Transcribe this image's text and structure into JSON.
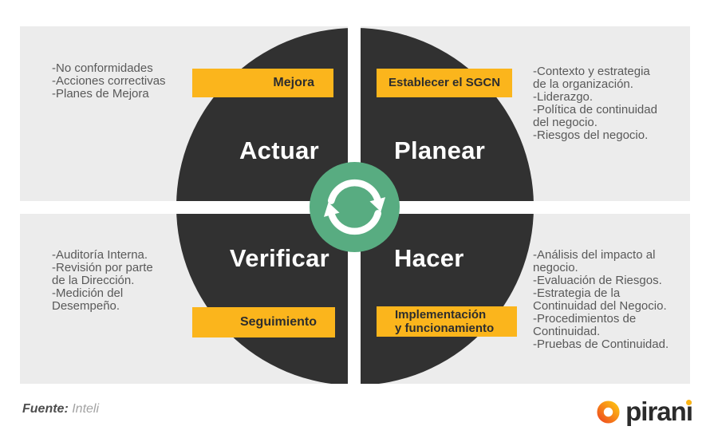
{
  "colors": {
    "panel_bg": "#ececec",
    "quadrant_dark": "#313131",
    "accent_yellow": "#fbb51c",
    "accent_green": "#58ac81",
    "note_text": "#595959",
    "title_text": "#ffffff",
    "banner_text": "#2d2d2d",
    "brand_text": "#2b2b2b",
    "brand_orange": "#f0541e"
  },
  "icons": {
    "center": "cycle-refresh-icon",
    "brand_mark": "pirani-donut-icon"
  },
  "diagram": {
    "quadrants": {
      "actuar": {
        "title": "Actuar",
        "banner": "Mejora",
        "notes": [
          "-No conformidades",
          "-Acciones correctivas",
          "-Planes de Mejora"
        ]
      },
      "planear": {
        "title": "Planear",
        "banner": "Establecer el SGCN",
        "notes": [
          "-Contexto y estrategia",
          "de la organización.",
          "-Liderazgo.",
          "-Política de continuidad",
          "del negocio.",
          "-Riesgos del negocio."
        ]
      },
      "verificar": {
        "title": "Verificar",
        "banner": "Seguimiento",
        "notes": [
          "-Auditoría Interna.",
          "-Revisión por parte",
          "de la Dirección.",
          "-Medición del",
          "Desempeño."
        ]
      },
      "hacer": {
        "title": "Hacer",
        "banner_lines": [
          "Implementación",
          "y funcionamiento"
        ],
        "notes": [
          "-Análisis del impacto al",
          "negocio.",
          "-Evaluación de Riesgos.",
          "-Estrategia de la",
          "Continuidad del Negocio.",
          "-Procedimientos de",
          "Continuidad.",
          "-Pruebas de Continuidad."
        ]
      }
    }
  },
  "footer": {
    "source_label": "Fuente:",
    "source_value": "Inteli",
    "brand": "pirani"
  }
}
